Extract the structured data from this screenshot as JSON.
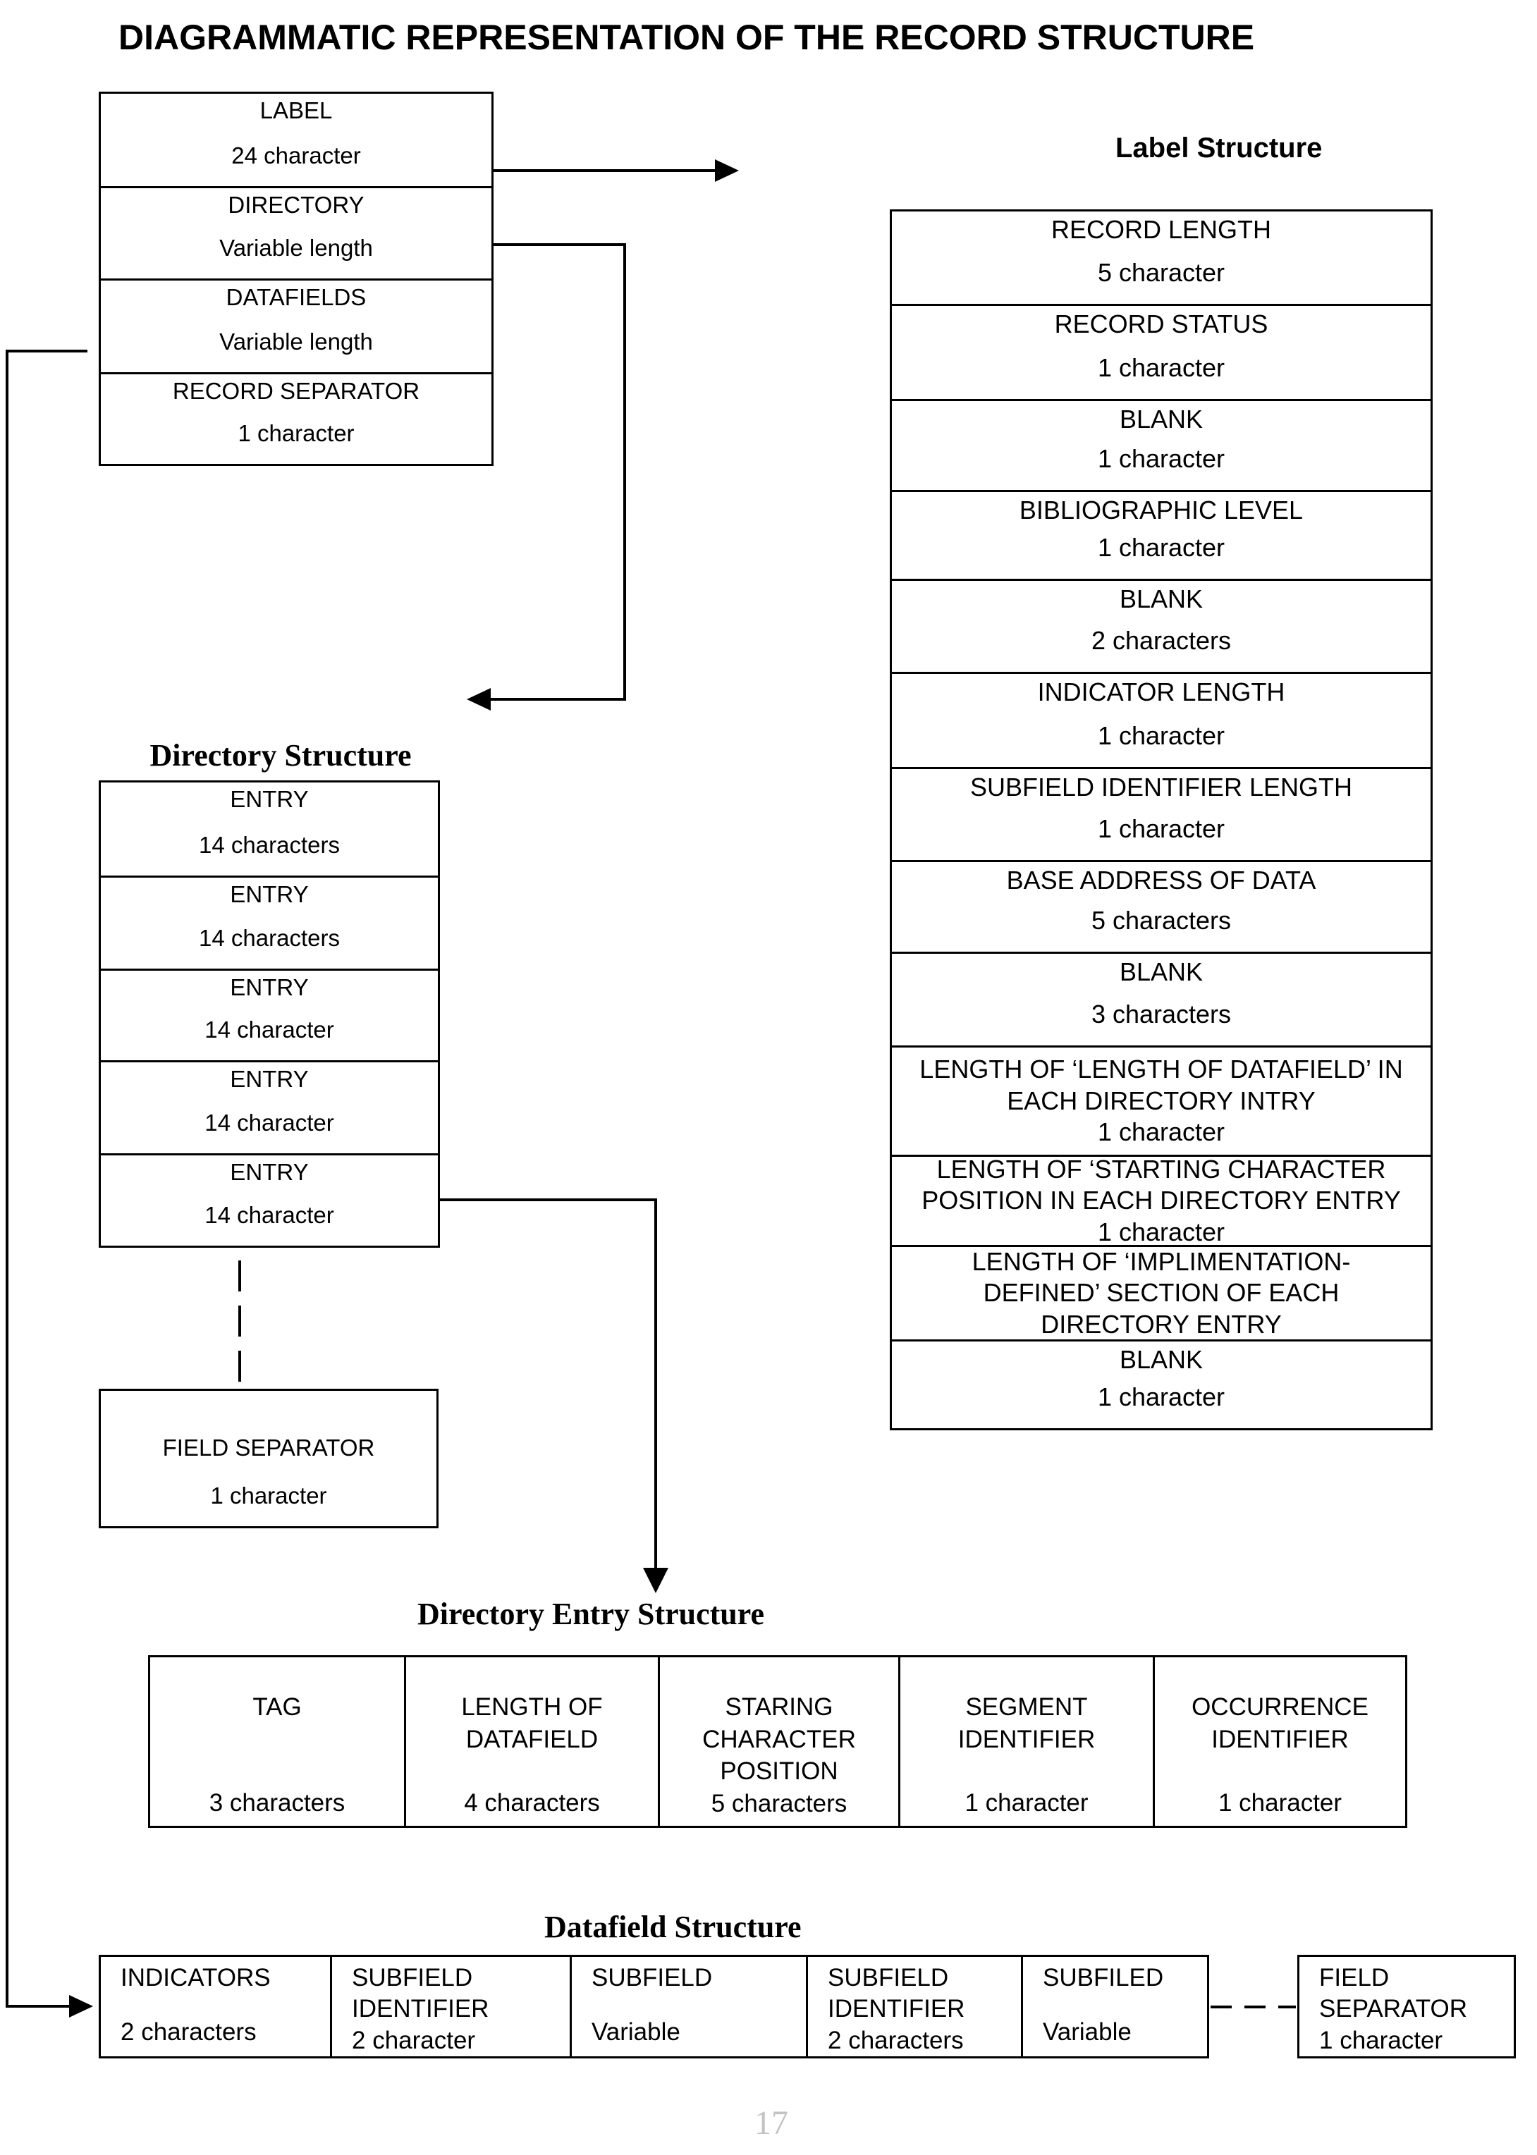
{
  "title": "DIAGRAMMATIC REPRESENTATION OF THE RECORD STRUCTURE",
  "record_overview": {
    "rows": [
      {
        "name": "LABEL",
        "count": "24 character"
      },
      {
        "name": "DIRECTORY",
        "count": "Variable length"
      },
      {
        "name": "DATAFIELDS",
        "count": "Variable length"
      },
      {
        "name": "RECORD SEPARATOR",
        "count": "1 character"
      }
    ]
  },
  "label_structure": {
    "heading": "Label Structure",
    "rows": [
      {
        "name": "RECORD LENGTH",
        "count": "5 character"
      },
      {
        "name": "RECORD STATUS",
        "count": "1 character"
      },
      {
        "name": "BLANK",
        "count": "1 character"
      },
      {
        "name": "BIBLIOGRAPHIC LEVEL",
        "count": "1 character"
      },
      {
        "name": "BLANK",
        "count": "2 characters"
      },
      {
        "name": "INDICATOR LENGTH",
        "count": "1 character"
      },
      {
        "name": "SUBFIELD IDENTIFIER LENGTH",
        "count": "1 character"
      },
      {
        "name": "BASE ADDRESS OF DATA",
        "count": "5 characters"
      },
      {
        "name": "BLANK",
        "count": "3 characters"
      },
      {
        "lines": [
          "LENGTH OF ‘LENGTH OF DATAFIELD’ IN",
          "EACH DIRECTORY INTRY",
          "1 character"
        ]
      },
      {
        "lines": [
          "LENGTH OF ‘STARTING CHARACTER",
          "POSITION IN EACH DIRECTORY ENTRY",
          "1 character"
        ]
      },
      {
        "lines": [
          "LENGTH OF ‘IMPLIMENTATION-",
          "DEFINED’ SECTION OF EACH",
          "DIRECTORY ENTRY"
        ]
      },
      {
        "name": "BLANK",
        "count": "1 character"
      }
    ]
  },
  "directory_structure": {
    "heading": "Directory Structure",
    "entries": [
      {
        "name": "ENTRY",
        "count": "14 characters"
      },
      {
        "name": "ENTRY",
        "count": "14 characters"
      },
      {
        "name": "ENTRY",
        "count": "14 character"
      },
      {
        "name": "ENTRY",
        "count": "14 character"
      },
      {
        "name": "ENTRY",
        "count": "14 character"
      }
    ],
    "field_separator": {
      "name": "FIELD SEPARATOR",
      "count": "1 character"
    }
  },
  "directory_entry_structure": {
    "heading": "Directory Entry Structure",
    "cells": [
      {
        "line1": "TAG",
        "line2": "",
        "line3": "",
        "count": "3 characters"
      },
      {
        "line1": "LENGTH OF",
        "line2": "DATAFIELD",
        "line3": "",
        "count": "4 characters"
      },
      {
        "line1": "STARING",
        "line2": "CHARACTER",
        "line3": "POSITION",
        "count": "5 characters"
      },
      {
        "line1": "SEGMENT",
        "line2": "IDENTIFIER",
        "line3": "",
        "count": "1 character"
      },
      {
        "line1": "OCCURRENCE",
        "line2": "IDENTIFIER",
        "line3": "",
        "count": "1 character"
      }
    ]
  },
  "datafield_structure": {
    "heading": "Datafield Structure",
    "cells": [
      {
        "line1": "INDICATORS",
        "line2": "",
        "count": "2 characters"
      },
      {
        "line1": "SUBFIELD",
        "line2": "IDENTIFIER",
        "count": "2 character"
      },
      {
        "line1": "SUBFIELD",
        "line2": "",
        "count": "Variable"
      },
      {
        "line1": "SUBFIELD",
        "line2": "IDENTIFIER",
        "count": "2 characters"
      },
      {
        "line1": "SUBFILED",
        "line2": "",
        "count": "Variable"
      }
    ],
    "field_separator": {
      "line1": "FIELD",
      "line2": "SEPARATOR",
      "count": "1 character"
    }
  },
  "page_number": "17",
  "colors": {
    "line": "#000000",
    "page_number": "#c3c3c3",
    "background": "#ffffff"
  }
}
